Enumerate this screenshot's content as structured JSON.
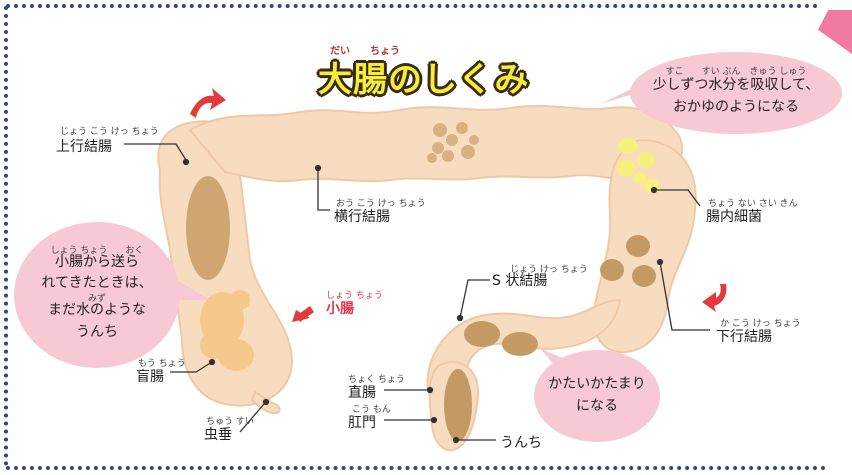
{
  "title": "大腸のしくみ",
  "title_reading": {
    "dai": "だい",
    "chou": "ちょう"
  },
  "labels": {
    "ascending_colon": "上行結腸",
    "transverse_colon": "横行結腸",
    "intestinal_bacteria": "腸内細菌",
    "small_intestine": "小腸",
    "sigmoid_colon": "S 状結腸",
    "descending_colon": "下行結腸",
    "cecum": "盲腸",
    "appendix": "虫垂",
    "rectum": "直腸",
    "anus": "肛門",
    "stool": "うんち"
  },
  "readings": {
    "ascending_colon": "じょう こう けっ ちょう",
    "transverse_colon": "おう こう けっ ちょう",
    "intestinal_bacteria": "ちょう ない さい きん",
    "small_intestine": "しょう ちょう",
    "sigmoid_colon": "じょう けっ ちょう",
    "descending_colon": "か こう けっ ちょう",
    "cecum": "もう ちょう",
    "appendix": "ちゅう すい",
    "rectum": "ちょく ちょう",
    "anus": "こう もん",
    "bubble_top": "すこ　　すい ぶん　きゅう しゅう",
    "bubble_left_1": "しょう ちょう　　おく",
    "bubble_left_2": "みず"
  },
  "bubbles": {
    "top": [
      "少しずつ水分を吸収して、",
      "おかゆのようになる"
    ],
    "left": [
      "小腸から送ら",
      "れてきたときは、",
      "まだ水のような",
      "うんち"
    ],
    "bottom": [
      "かたいかたまり",
      "になる"
    ]
  },
  "colors": {
    "frame": "#2b4a86",
    "intestine": "#f8dcc0",
    "intestine_edge": "#efc9a6",
    "bubble": "#f6c9d5",
    "arrow": "#e23b3b",
    "stool_dark": "#c39a64",
    "stool_light": "#f5c98a",
    "bacteria": "#f7f07a",
    "title_fill": "#f4ee3a",
    "small_intestine_label": "#e2384d"
  }
}
